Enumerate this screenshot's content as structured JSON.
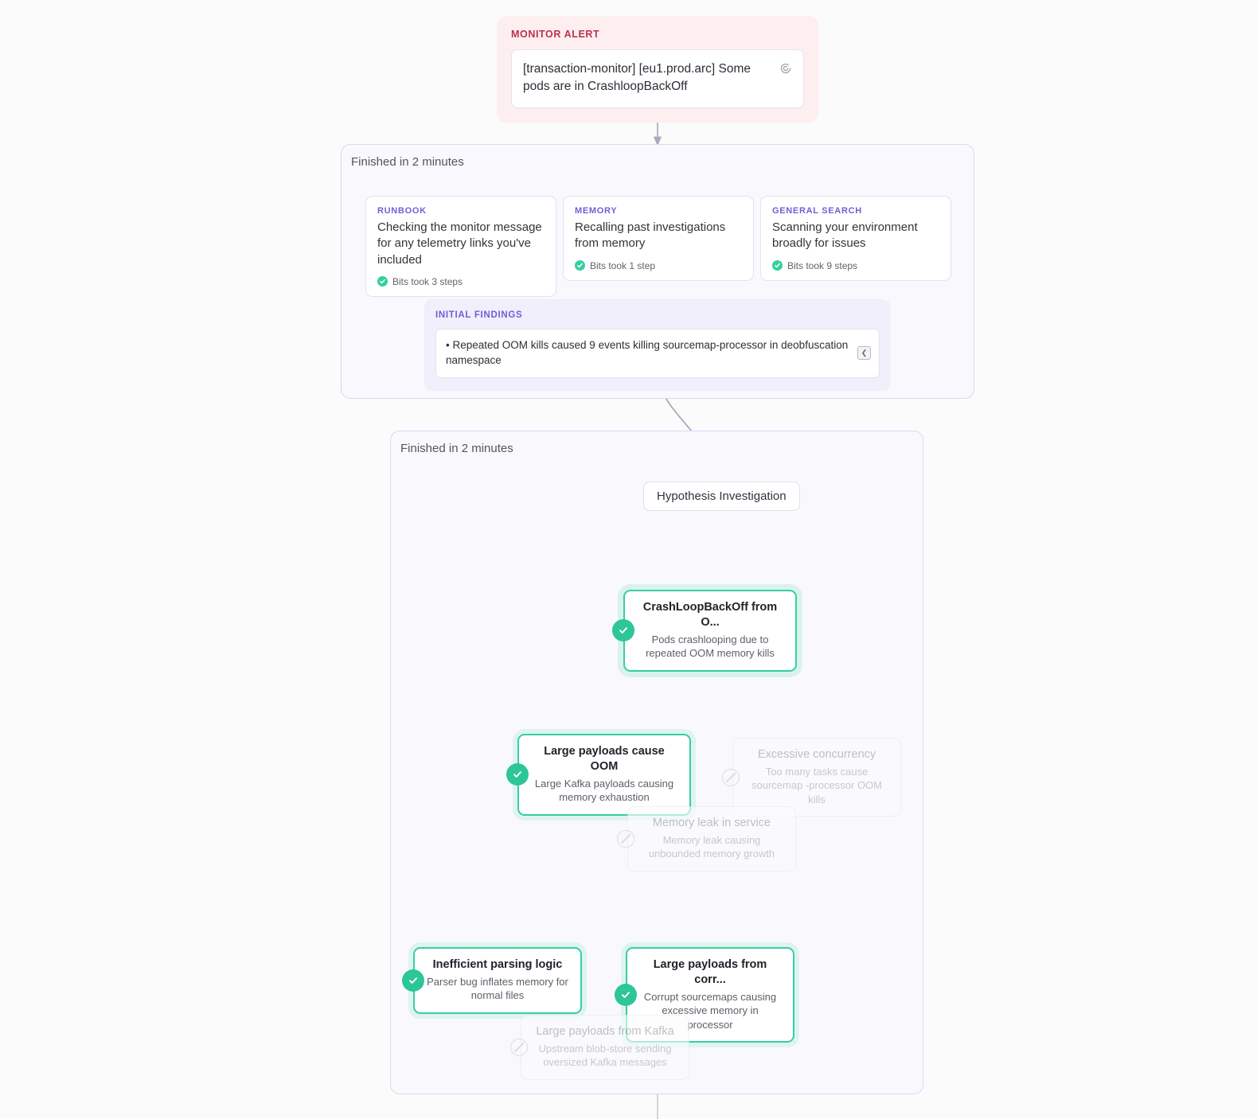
{
  "alert": {
    "label": "MONITOR ALERT",
    "message": "[transaction-monitor] [eu1.prod.arc] Some pods are in CrashloopBackOff",
    "icon": "spiral-icon"
  },
  "phase1": {
    "status": "Finished in 2 minutes",
    "tools": [
      {
        "kind": "RUNBOOK",
        "description": "Checking the monitor message for any telemetry links you've included",
        "steps": "Bits took 3 steps"
      },
      {
        "kind": "MEMORY",
        "description": "Recalling past investigations from memory",
        "steps": "Bits took 1 step"
      },
      {
        "kind": "GENERAL SEARCH",
        "description": "Scanning your environment broadly for issues",
        "steps": "Bits took 9 steps"
      }
    ],
    "findings": {
      "label": "INITIAL FINDINGS",
      "items": [
        "• Repeated OOM kills caused 9 events killing sourcemap-processor in deobfuscation namespace"
      ],
      "code_button": "❮"
    }
  },
  "phase2": {
    "status": "Finished in 2 minutes",
    "entry_pill": "Hypothesis Investigation",
    "nodes": [
      {
        "id": "root",
        "title": "CrashLoopBackOff from O...",
        "subtitle": "Pods crashlooping due to repeated OOM memory kills",
        "state": "confirmed"
      },
      {
        "id": "large-payloads",
        "title": "Large payloads cause OOM",
        "subtitle": "Large Kafka payloads causing memory exhaustion",
        "state": "confirmed"
      },
      {
        "id": "excessive-concurrency",
        "title": "Excessive concurrency",
        "subtitle": "Too many tasks cause sourcemap -processor OOM kills",
        "state": "rejected"
      },
      {
        "id": "memory-leak",
        "title": "Memory leak in service",
        "subtitle": "Memory leak causing unbounded memory growth",
        "state": "rejected"
      },
      {
        "id": "parsing-logic",
        "title": "Inefficient parsing logic",
        "subtitle": "Parser bug inflates memory for normal files",
        "state": "confirmed"
      },
      {
        "id": "corrupt-sourcemaps",
        "title": "Large payloads from corr...",
        "subtitle": "Corrupt sourcemaps causing excessive memory in processor",
        "state": "confirmed"
      },
      {
        "id": "kafka-payloads",
        "title": "Large payloads from Kafka",
        "subtitle": "Upstream blob-store sending oversized Kafka messages",
        "state": "rejected"
      }
    ]
  },
  "colors": {
    "alert_bg": "#fdeef0",
    "alert_label": "#c0304a",
    "accent_purple": "#6f5fd6",
    "accent_green": "#35cfa0",
    "container_bg": "#f9f9fd",
    "container_border": "#dcd8f2",
    "edge_gray": "#aaa9c2"
  }
}
